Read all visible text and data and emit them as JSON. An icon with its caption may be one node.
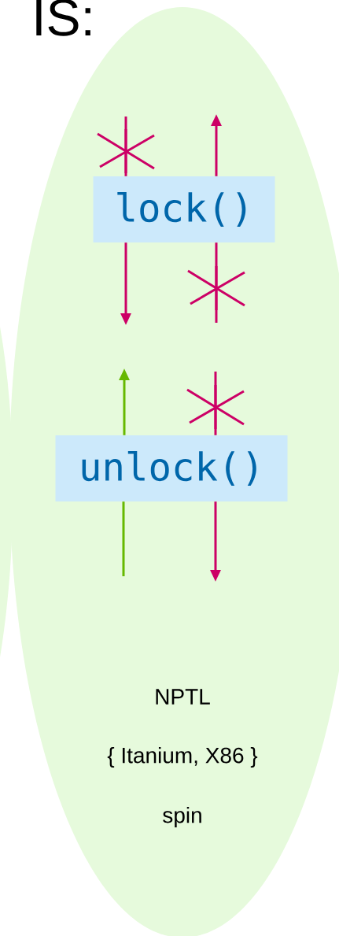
{
  "diagram": {
    "nodes": [
      {
        "text": [
          "NPTL",
          "{ Itanium, X86 }",
          "spin"
        ]
      },
      {
        "text": [
          "lock()"
        ],
        "in": 0
      },
      {
        "text": [
          "unlock()"
        ],
        "in": 0
      }
    ],
    "edges": [
      {
        "from": null,
        "to": 1,
        "arrow": "none"
      },
      {
        "from": 1,
        "to": null,
        "arrow": "to"
      },
      {
        "from": 1,
        "to": null,
        "arrow": "to"
      },
      {
        "from": null,
        "to": 1,
        "arrow": "none"
      },
      {
        "from": 2,
        "to": null,
        "arrow": "to",
        "color": "#66b800"
      },
      {
        "from": null,
        "to": 2,
        "arrow": "none",
        "color": "#66b800"
      },
      {
        "from": null,
        "to": 2,
        "arrow": "none"
      },
      {
        "from": 2,
        "to": null,
        "arrow": "to"
      }
    ],
    "labels": [
      "IS:"
    ]
  }
}
